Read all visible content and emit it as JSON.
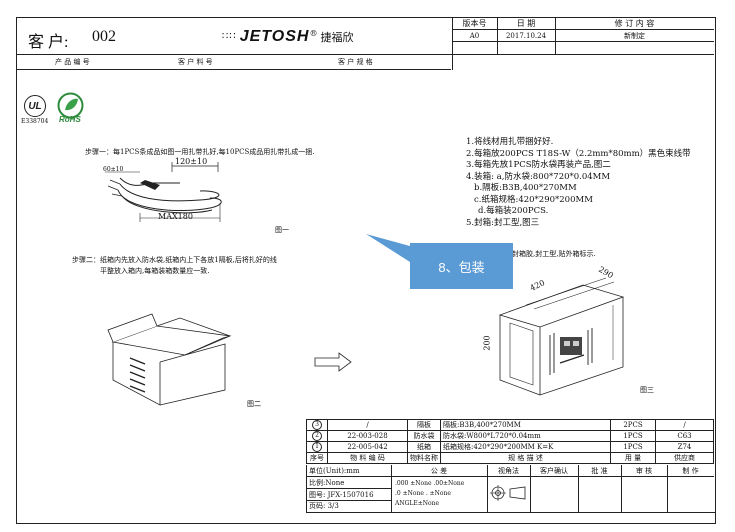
{
  "header": {
    "customer_label": "客 户:",
    "customer_value": "002",
    "brand_name": "JETOSH",
    "brand_cn": "捷福欣",
    "rev_headers": [
      "版本号",
      "日 期",
      "修 订 内 容"
    ],
    "rev_row": [
      "A0",
      "2017.10.24",
      "新制定"
    ],
    "fields": [
      "产 品 编 号",
      "客 户 料 号",
      "客 户 规 格"
    ]
  },
  "certs": {
    "ul_code": "E338704",
    "rohs": "RoHS"
  },
  "steps": {
    "step1": "步骤一：每1PCS条成品如图一用扎带扎好,每10PCS成品用扎带扎成一捆.",
    "step2_line1": "步骤二：纸箱内先放入防水袋,纸箱内上下各放1隔板,后将扎好的线",
    "step2_line2": "平整放入箱内,每箱装箱数量应一致.",
    "step3_partial": "封箱胶,封工型,贴外箱标示."
  },
  "notes": [
    "1.将线材用扎带捆好好.",
    "2.每箱放200PCS T18S-W（2.2mm*80mm）黑色束线带",
    "3.每箱先放1PCS防水袋再装产品,图二",
    "4.装箱: a,防水袋:800*720*0.04MM",
    "b.隔板:B3B,400*270MM",
    "c.纸箱规格:420*290*200MM",
    "d.每箱装200PCS.",
    "5.封箱:封工型,图三"
  ],
  "figures": {
    "fig1": "图一",
    "fig2": "图二",
    "fig3": "图三",
    "dim_120": "120±10",
    "dim_60": "60±10",
    "dim_max": "MAX180",
    "box_w": "420",
    "box_d": "290",
    "box_h": "200"
  },
  "callout": "8、包装",
  "bom_rows": [
    {
      "no": "3",
      "code": "/",
      "name": "隔板",
      "spec": "隔板:B3B,400*270MM",
      "qty": "2PCS",
      "vendor": "/"
    },
    {
      "no": "2",
      "code": "22-003-028",
      "name": "防水袋",
      "spec": "防水袋:W800*L720*0.04mm",
      "qty": "1PCS",
      "vendor": "C63"
    },
    {
      "no": "1",
      "code": "22-005-042",
      "name": "纸箱",
      "spec": "纸箱规格:420*290*200MM K=K",
      "qty": "1PCS",
      "vendor": "Z74"
    }
  ],
  "bom_header": [
    "序号",
    "物 料 编 码",
    "物料名称",
    "规 格 描 述",
    "用 量",
    "供应商"
  ],
  "title_block": {
    "unit": "单位(Unit):mm",
    "tolerance": "公 差",
    "projection": "视角法",
    "confirm": "客户确认",
    "approve": "批 准",
    "review": "审 核",
    "make": "制 作",
    "scale": "比例:None",
    "drawing_no": "图号: JFX-1507016",
    "page": "页码: 3/3",
    "tol1": ".000 ±None .00±None",
    "tol2": ".0 ±None . ±None",
    "tol3": "ANGLE±None"
  }
}
